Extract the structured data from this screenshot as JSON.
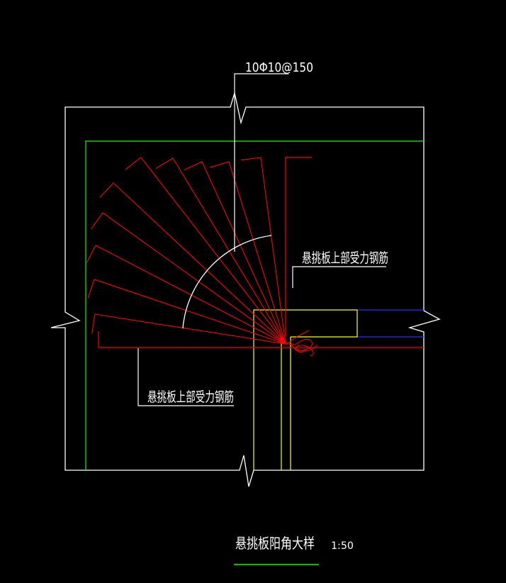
{
  "drawing": {
    "rebar_spec": "10Φ10@150",
    "label_top_right": "悬挑板上部受力钢筋",
    "label_bottom_left": "悬挑板上部受力钢筋",
    "title": "悬挑板阳角大样",
    "scale": "1:50",
    "colors": {
      "background": "#000000",
      "outline": "#ffffff",
      "slab_edge": "#00ff00",
      "rebar": "#ff0000",
      "beam": "#ffff00",
      "slab_inner": "#0000ff",
      "title_underline": "#00ff00"
    }
  }
}
